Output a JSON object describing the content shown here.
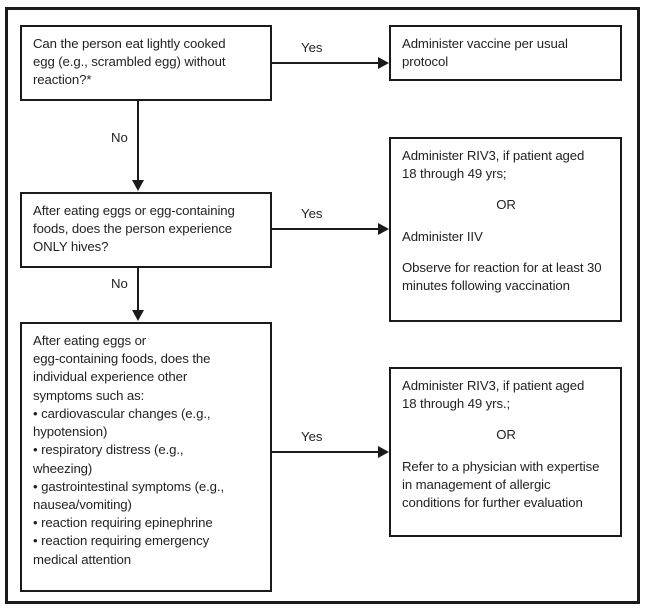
{
  "figure": {
    "type": "flowchart",
    "orientation": "top-to-bottom with right branches",
    "accent_color": "#1a1a1a",
    "text_color": "#231f20",
    "background_color": "#ffffff"
  },
  "nodes": {
    "q1": {
      "id": "q1",
      "kind": "decision",
      "lines": [
        "Can the person eat lightly cooked",
        "egg (e.g., scrambled egg) without",
        "reaction?*"
      ],
      "text": "Can the person eat lightly cooked egg (e.g., scrambled egg) without reaction?*"
    },
    "q2": {
      "id": "q2",
      "kind": "decision",
      "lines": [
        "After eating eggs or egg-containing",
        "foods, does the person experience",
        "ONLY hives?"
      ],
      "text": "After eating eggs or egg-containing foods, does the person experience ONLY hives?"
    },
    "q3": {
      "id": "q3",
      "kind": "decision",
      "intro_lines": [
        "After eating eggs or",
        "egg-containing foods, does the",
        "individual experience other",
        "symptoms such as:"
      ],
      "bullets": [
        [
          "• cardiovascular changes (e.g.,",
          "hypotension)"
        ],
        [
          "• respiratory distress (e.g.,",
          "wheezing)"
        ],
        [
          "• gastrointestinal symptoms (e.g.,",
          "nausea/vomiting)"
        ],
        [
          "• reaction requiring epinephrine"
        ],
        [
          "• reaction requiring emergency",
          "medical attention"
        ]
      ],
      "text": "After eating eggs or egg-containing foods, does the individual experience other symptoms such as: cardiovascular changes (e.g., hypotension); respiratory distress (e.g., wheezing); gastrointestinal symptoms (e.g., nausea/vomiting); reaction requiring epinephrine; reaction requiring emergency medical attention"
    },
    "r1": {
      "id": "r1",
      "kind": "outcome",
      "lines": [
        "Administer vaccine per usual",
        "protocol"
      ],
      "text": "Administer vaccine per usual protocol"
    },
    "r2": {
      "id": "r2",
      "kind": "outcome",
      "block1_lines": [
        "Administer RIV3, if patient aged",
        "18 through 49 yrs;"
      ],
      "or_label": "OR",
      "block2_lines": [
        "Administer IIV"
      ],
      "block3_lines": [
        "Observe for reaction for at least 30",
        "minutes following vaccination"
      ],
      "text": "Administer RIV3, if patient aged 18 through 49 yrs; OR Administer IIV. Observe for reaction for at least 30 minutes following vaccination"
    },
    "r3": {
      "id": "r3",
      "kind": "outcome",
      "block1_lines": [
        "Administer RIV3, if patient aged",
        "18 through 49 yrs.;"
      ],
      "or_label": "OR",
      "block2_lines": [
        "Refer to a physician with expertise",
        "in management of allergic",
        "conditions for further evaluation"
      ],
      "text": "Administer RIV3, if patient aged 18 through 49 yrs.; OR Refer to a physician with expertise in management of allergic conditions for further evaluation"
    }
  },
  "edges": {
    "q1_yes": {
      "label": "Yes",
      "from": "q1",
      "to": "r1"
    },
    "q1_no": {
      "label": "No",
      "from": "q1",
      "to": "q2"
    },
    "q2_yes": {
      "label": "Yes",
      "from": "q2",
      "to": "r2"
    },
    "q2_no": {
      "label": "No",
      "from": "q2",
      "to": "q3"
    },
    "q3_yes": {
      "label": "Yes",
      "from": "q3",
      "to": "r3"
    }
  }
}
